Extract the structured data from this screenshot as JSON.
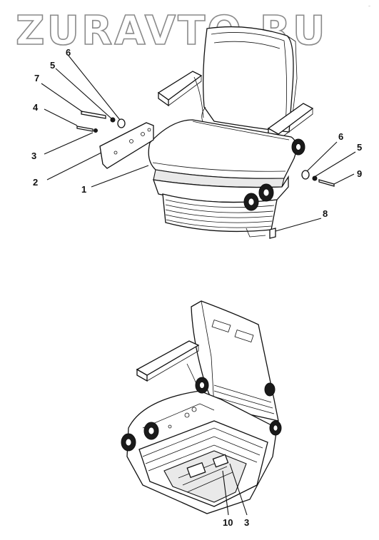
{
  "watermark": "ZURAVTO.RU",
  "corner_mark": "–",
  "callouts": {
    "c1": "1",
    "c2": "2",
    "c3": "3",
    "c4": "4",
    "c5a": "5",
    "c6a": "6",
    "c7": "7",
    "c6b": "6",
    "c5b": "5",
    "c9": "9",
    "c8": "8",
    "c10": "10",
    "c3b": "3"
  }
}
